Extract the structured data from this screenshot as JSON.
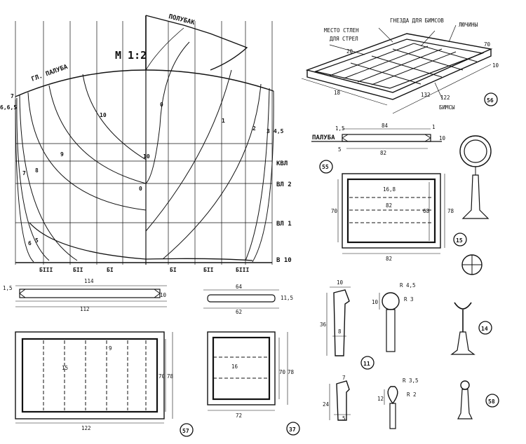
{
  "body_plan": {
    "scale": "М 1:2",
    "deck_label": "ГЛ. ПАЛУБА",
    "forecastle_label": "ПОЛУБАК",
    "stations_left": [
      "7",
      "6,6,5"
    ],
    "stations_right": [
      "3",
      "4,5"
    ],
    "curve_labels": [
      "10",
      "9",
      "8",
      "7",
      "6",
      "5",
      "0",
      "1",
      "2",
      "10",
      "0"
    ],
    "waterlines": [
      "КВЛ",
      "ВЛ 2",
      "ВЛ 1",
      "В 10"
    ],
    "buttocks": [
      "БIII",
      "БII",
      "БI",
      "БI",
      "БII",
      "БIII"
    ]
  },
  "hatch_iso": {
    "labels": [
      "МЕСТО СТЛЕН",
      "ДЛЯ СТРЕЛ",
      "ГНЕЗДА ДЛЯ БИМСОВ",
      "ЛЮЧИНЫ",
      "БИМСЫ"
    ],
    "dims": [
      "20",
      "70",
      "18",
      "132",
      "122",
      "10"
    ],
    "id": "56"
  },
  "hatch55": {
    "deck_label": "ПАЛУБА",
    "dims_side": [
      "1,5",
      "84",
      "5",
      "82",
      "10",
      "1"
    ],
    "dims_plan": [
      "16,8",
      "82",
      "70",
      "68",
      "78",
      "82"
    ],
    "id": "55"
  },
  "hatch57": {
    "dims": [
      "1,5",
      "114",
      "10",
      "112",
      "9",
      "15",
      "70",
      "78",
      "122"
    ],
    "id": "57"
  },
  "hatch37": {
    "dims": [
      "64",
      "11,5",
      "62",
      "16",
      "70",
      "78",
      "72"
    ],
    "id": "37"
  },
  "part15": {
    "id": "15"
  },
  "vent11": {
    "dims": [
      "10",
      "36",
      "8"
    ],
    "id": "11"
  },
  "vent_small": {
    "dims": [
      "7",
      "24",
      "5"
    ]
  },
  "bell": {
    "dims": [
      "R 4,5",
      "R 3",
      "10"
    ]
  },
  "part14": {
    "id": "14"
  },
  "pipe": {
    "dims": [
      "R 3,5",
      "R 2",
      "12"
    ]
  },
  "part58": {
    "id": "58"
  }
}
